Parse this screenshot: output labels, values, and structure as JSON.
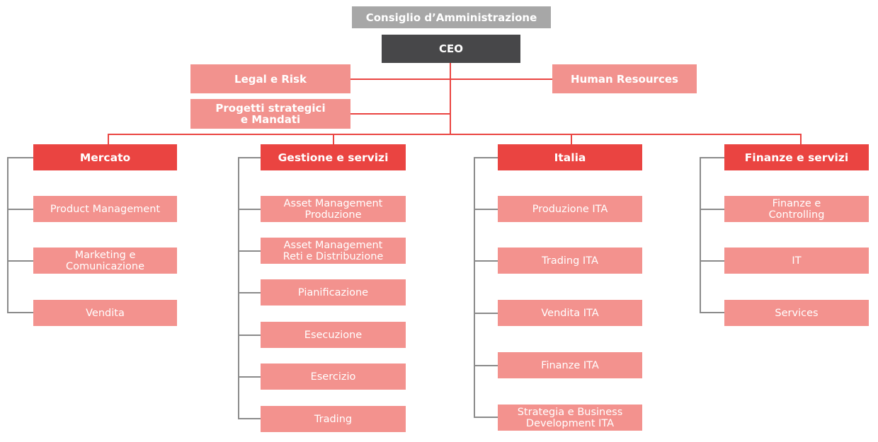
{
  "board": "Consiglio d’Amministrazione",
  "ceo": "CEO",
  "staff": {
    "legal": "Legal e Risk",
    "hr": "Human Resources",
    "projects": "Progetti strategici\ne Mandati"
  },
  "divisions": [
    {
      "title": "Mercato",
      "units": [
        "Product Management",
        "Marketing e\nComunicazione",
        "Vendita"
      ]
    },
    {
      "title": "Gestione e servizi",
      "units": [
        "Asset Management\nProduzione",
        "Asset Management\nReti e Distribuzione",
        "Pianificazione",
        "Esecuzione",
        "Esercizio",
        "Trading"
      ]
    },
    {
      "title": "Italia",
      "units": [
        "Produzione ITA",
        "Trading ITA",
        "Vendita ITA",
        "Finanze ITA",
        "Strategia e Business\nDevelopment ITA"
      ]
    },
    {
      "title": "Finanze e servizi",
      "units": [
        "Finanze e\nControlling",
        "IT",
        "Services"
      ]
    }
  ],
  "colors": {
    "board": "#a7a7a7",
    "ceo": "#474749",
    "division": "#ea4441",
    "unit": "#f3928e",
    "connector_red": "#ea4441",
    "connector_gray": "#8a8a8a"
  }
}
